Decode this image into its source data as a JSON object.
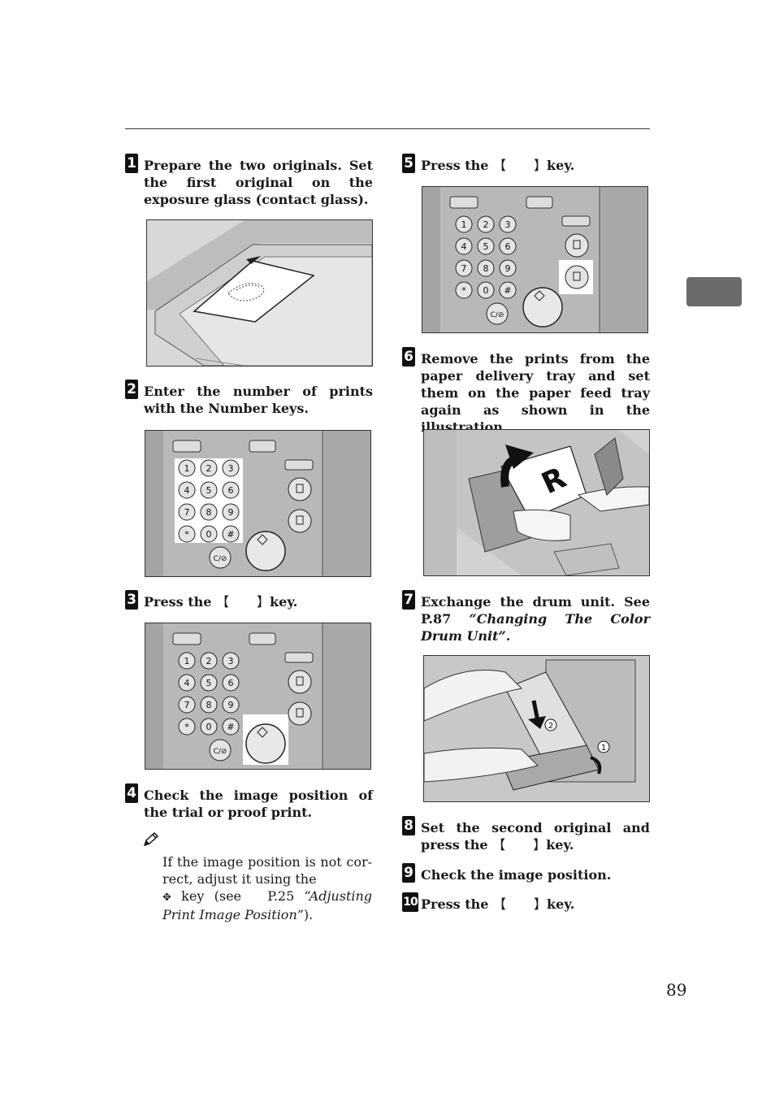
{
  "steps": [
    {
      "num": "1",
      "text": "Prepare the two originals. Set the first original on the exposure glass (contact glass)."
    },
    {
      "num": "2",
      "text": "Enter the number of prints with the Number keys."
    },
    {
      "num": "3",
      "text_before": "Press the",
      "text_after": "key."
    },
    {
      "num": "4",
      "text": "Check the image position of the trial or proof print."
    },
    {
      "num": "5",
      "text_before": "Press the",
      "text_after": "key."
    },
    {
      "num": "6",
      "text": "Remove the prints from the paper delivery tray and set them on the paper feed tray again as shown in the illustration."
    },
    {
      "num": "7",
      "text_before": "Exchange the drum unit. See P.87",
      "text_italic": "“Changing The Color Drum Unit”",
      "text_after": "."
    },
    {
      "num": "8",
      "text_before": "Set the second original and press the",
      "text_after": "key."
    },
    {
      "num": "9",
      "text": "Check the image position."
    },
    {
      "num": "10",
      "text_before": "Press the",
      "text_after": "key."
    }
  ],
  "note": {
    "line1": "If the image position is not cor-rect, adjust it using the",
    "key_word": "key (see",
    "ref": "P.25",
    "ref_title": "“Adjusting Print Image Position”",
    "end": ")."
  },
  "keypad": [
    "1",
    "2",
    "3",
    "4",
    "5",
    "6",
    "7",
    "8",
    "9",
    "*",
    "0",
    "#"
  ],
  "clear_key": "C/⊘",
  "figure6_letter": "R",
  "figure7_callouts": [
    "2",
    "1"
  ],
  "page_number": "89"
}
